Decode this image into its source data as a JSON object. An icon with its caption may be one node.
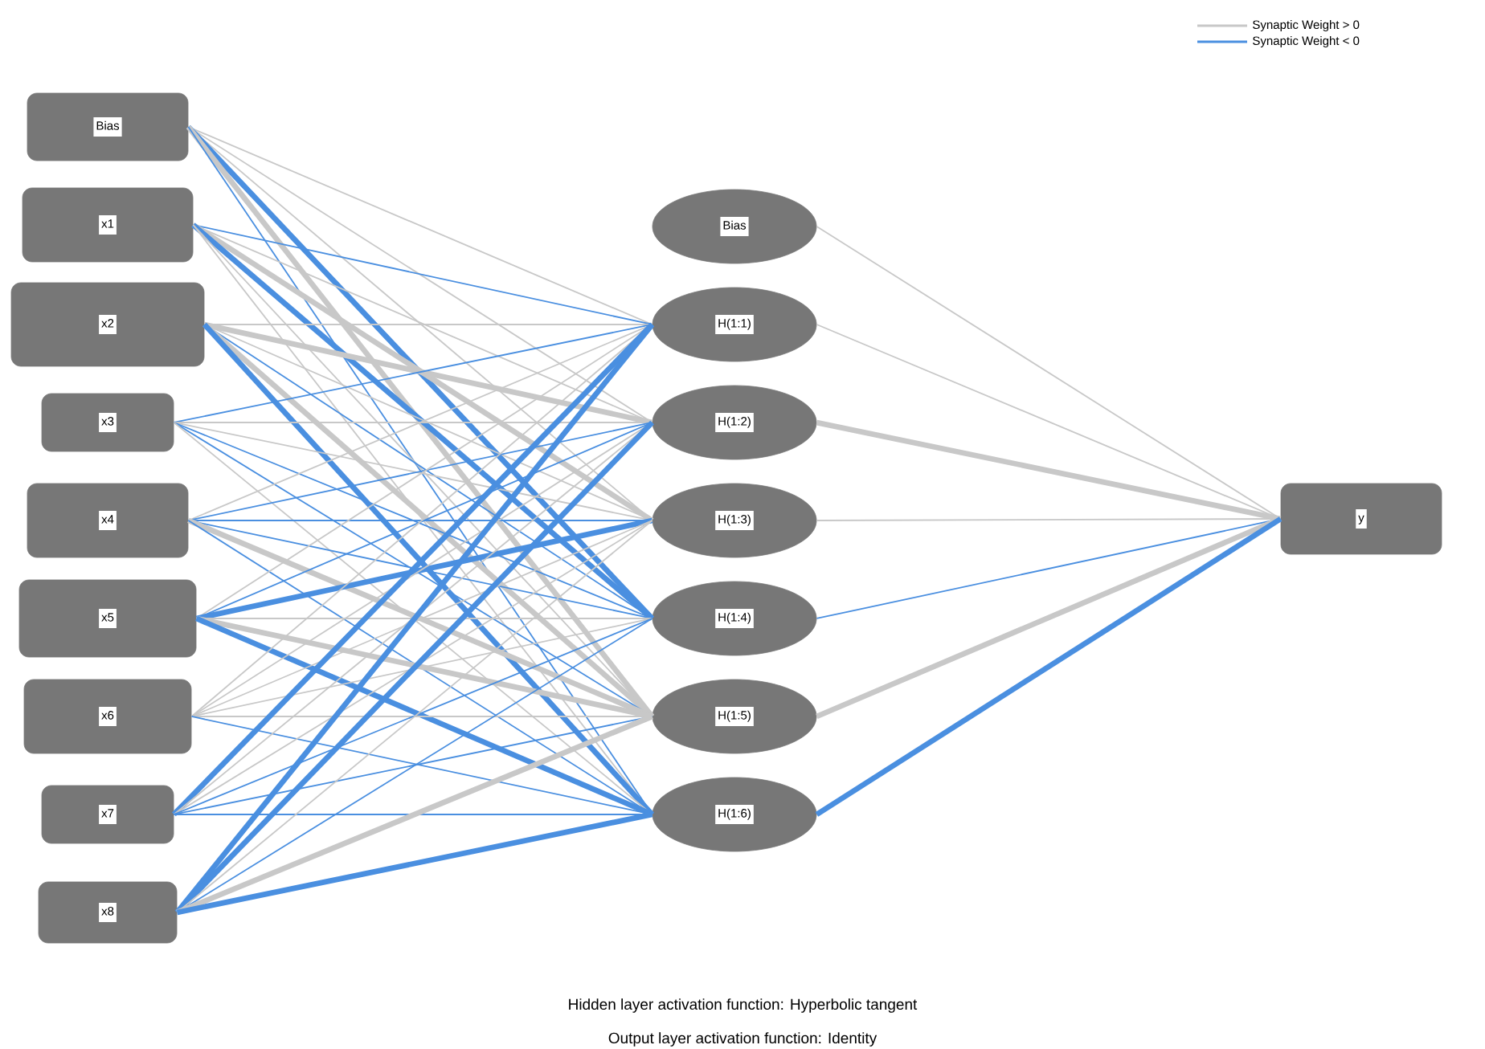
{
  "diagram": {
    "nodes": [
      {
        "text": [
          "Bias"
        ]
      },
      {
        "text": [
          "x1"
        ]
      },
      {
        "text": [
          "x2"
        ]
      },
      {
        "text": [
          "x3"
        ]
      },
      {
        "text": [
          "x4"
        ]
      },
      {
        "text": [
          "x5"
        ]
      },
      {
        "text": [
          "x6"
        ]
      },
      {
        "text": [
          "x7"
        ]
      },
      {
        "text": [
          "x8"
        ]
      },
      {
        "text": [
          "Bias"
        ]
      },
      {
        "text": [
          "H(1:1)"
        ]
      },
      {
        "text": [
          "H(1:2)"
        ]
      },
      {
        "text": [
          "H(1:3)"
        ]
      },
      {
        "text": [
          "H(1:4)"
        ]
      },
      {
        "text": [
          "H(1:5)"
        ]
      },
      {
        "text": [
          "H(1:6)"
        ]
      },
      {
        "text": [
          "y"
        ]
      }
    ],
    "edges": [
      {
        "from": 0,
        "to": 10,
        "arrow": "none"
      },
      {
        "from": 0,
        "to": 11,
        "arrow": "none"
      },
      {
        "from": 0,
        "to": 12,
        "arrow": "none"
      },
      {
        "from": 0,
        "to": 13,
        "arrow": "none",
        "style": "thick",
        "color": "#4a8fe0"
      },
      {
        "from": 0,
        "to": 14,
        "arrow": "none",
        "style": "thick"
      },
      {
        "from": 0,
        "to": 15,
        "arrow": "none",
        "color": "#4a8fe0"
      },
      {
        "from": 1,
        "to": 10,
        "arrow": "none",
        "color": "#4a8fe0"
      },
      {
        "from": 1,
        "to": 11,
        "arrow": "none"
      },
      {
        "from": 1,
        "to": 12,
        "arrow": "none",
        "style": "thick"
      },
      {
        "from": 1,
        "to": 13,
        "arrow": "none",
        "style": "thick",
        "color": "#4a8fe0"
      },
      {
        "from": 1,
        "to": 14,
        "arrow": "none"
      },
      {
        "from": 1,
        "to": 15,
        "arrow": "none"
      },
      {
        "from": 2,
        "to": 10,
        "arrow": "none"
      },
      {
        "from": 2,
        "to": 11,
        "arrow": "none",
        "style": "thick"
      },
      {
        "from": 2,
        "to": 12,
        "arrow": "none"
      },
      {
        "from": 2,
        "to": 13,
        "arrow": "none",
        "color": "#4a8fe0"
      },
      {
        "from": 2,
        "to": 14,
        "arrow": "none",
        "style": "thick"
      },
      {
        "from": 2,
        "to": 15,
        "arrow": "none",
        "style": "thick",
        "color": "#4a8fe0"
      },
      {
        "from": 3,
        "to": 10,
        "arrow": "none",
        "color": "#4a8fe0"
      },
      {
        "from": 3,
        "to": 11,
        "arrow": "none"
      },
      {
        "from": 3,
        "to": 12,
        "arrow": "none"
      },
      {
        "from": 3,
        "to": 13,
        "arrow": "none",
        "color": "#4a8fe0"
      },
      {
        "from": 3,
        "to": 14,
        "arrow": "none",
        "color": "#4a8fe0"
      },
      {
        "from": 3,
        "to": 15,
        "arrow": "none"
      },
      {
        "from": 4,
        "to": 10,
        "arrow": "none"
      },
      {
        "from": 4,
        "to": 11,
        "arrow": "none",
        "color": "#4a8fe0"
      },
      {
        "from": 4,
        "to": 12,
        "arrow": "none",
        "color": "#4a8fe0"
      },
      {
        "from": 4,
        "to": 13,
        "arrow": "none",
        "color": "#4a8fe0"
      },
      {
        "from": 4,
        "to": 14,
        "arrow": "none",
        "style": "thick"
      },
      {
        "from": 4,
        "to": 15,
        "arrow": "none",
        "color": "#4a8fe0"
      },
      {
        "from": 5,
        "to": 10,
        "arrow": "none"
      },
      {
        "from": 5,
        "to": 11,
        "arrow": "none",
        "color": "#4a8fe0"
      },
      {
        "from": 5,
        "to": 12,
        "arrow": "none",
        "style": "thick",
        "color": "#4a8fe0"
      },
      {
        "from": 5,
        "to": 13,
        "arrow": "none"
      },
      {
        "from": 5,
        "to": 14,
        "arrow": "none",
        "style": "thick"
      },
      {
        "from": 5,
        "to": 15,
        "arrow": "none",
        "style": "thick",
        "color": "#4a8fe0"
      },
      {
        "from": 6,
        "to": 10,
        "arrow": "none"
      },
      {
        "from": 6,
        "to": 11,
        "arrow": "none"
      },
      {
        "from": 6,
        "to": 12,
        "arrow": "none"
      },
      {
        "from": 6,
        "to": 13,
        "arrow": "none"
      },
      {
        "from": 6,
        "to": 14,
        "arrow": "none"
      },
      {
        "from": 6,
        "to": 15,
        "arrow": "none",
        "color": "#4a8fe0"
      },
      {
        "from": 7,
        "to": 10,
        "arrow": "none",
        "style": "thick",
        "color": "#4a8fe0"
      },
      {
        "from": 7,
        "to": 11,
        "arrow": "none"
      },
      {
        "from": 7,
        "to": 12,
        "arrow": "none"
      },
      {
        "from": 7,
        "to": 13,
        "arrow": "none",
        "color": "#4a8fe0"
      },
      {
        "from": 7,
        "to": 14,
        "arrow": "none",
        "color": "#4a8fe0"
      },
      {
        "from": 7,
        "to": 15,
        "arrow": "none",
        "color": "#4a8fe0"
      },
      {
        "from": 8,
        "to": 10,
        "arrow": "none",
        "style": "thick",
        "color": "#4a8fe0"
      },
      {
        "from": 8,
        "to": 11,
        "arrow": "none",
        "style": "thick",
        "color": "#4a8fe0"
      },
      {
        "from": 8,
        "to": 12,
        "arrow": "none"
      },
      {
        "from": 8,
        "to": 13,
        "arrow": "none",
        "color": "#4a8fe0"
      },
      {
        "from": 8,
        "to": 14,
        "arrow": "none",
        "style": "thick"
      },
      {
        "from": 8,
        "to": 15,
        "arrow": "none",
        "style": "thick",
        "color": "#4a8fe0"
      },
      {
        "from": 9,
        "to": 16,
        "arrow": "none"
      },
      {
        "from": 10,
        "to": 16,
        "arrow": "none"
      },
      {
        "from": 11,
        "to": 16,
        "arrow": "none",
        "style": "thick"
      },
      {
        "from": 12,
        "to": 16,
        "arrow": "none"
      },
      {
        "from": 13,
        "to": 16,
        "arrow": "none",
        "color": "#4a8fe0"
      },
      {
        "from": 14,
        "to": 16,
        "arrow": "none",
        "style": "thick"
      },
      {
        "from": 15,
        "to": 16,
        "arrow": "none",
        "style": "thick",
        "color": "#4a8fe0"
      }
    ],
    "labels": [
      "Hidden layer activation function: Hyperbolic tangent",
      "Output layer activation function: Identity"
    ],
    "legend": [
      {
        "text": "Synaptic Weight > 0"
      },
      {
        "text": "Synaptic Weight < 0"
      }
    ]
  }
}
